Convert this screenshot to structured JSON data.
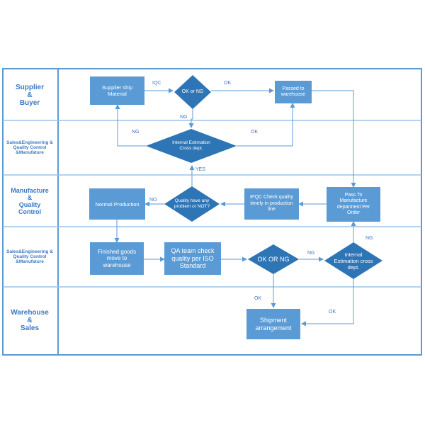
{
  "lanes": [
    "Supplier\n&\nBuyer",
    "Sales&Engineering &\nQuality Control\n&Manufature",
    "Manufacture\n&\nQuality\nControl",
    "Sales&Engineering &\nQuality Control\n&Manufature",
    "Warehouse\n&\nSales"
  ],
  "nodes": {
    "supplier_ship": "Supplier ship\nMaterial",
    "ok_ng_1": "OK or NG",
    "passed_warehouse": "Passed to\nwarehuose",
    "internal_est_1": "Internal Estimation\nCross dept.",
    "normal_production": "Normal Production",
    "quality_problem": "Quality have any\nproblem or NOT?",
    "ipqc_check": "IPQC Check quality\ntimely in production\nline",
    "pass_manufacture": "Pass To\nManufacture\ndeparment Per\nOrder",
    "finished_goods": "Finished goods\nmove to\nwarehouse",
    "qa_check": "QA team check\nquality per ISO\nStandard",
    "ok_ng_2": "OK OR NG",
    "internal_est_2": "Internal\nEstimation cross\ndept.",
    "shipment": "Shipment\narrangement"
  },
  "edge_labels": {
    "iqc": "IQC",
    "ok1": "OK",
    "ng1": "NG",
    "ng2": "NG",
    "ok2": "OK",
    "yes": "YES",
    "no": "NO",
    "ng3": "NG",
    "ng4": "NG",
    "ok3": "OK",
    "ok4": "OK"
  },
  "colors": {
    "node": "#5b9bd5",
    "diamond": "#2e75b6",
    "line": "#5b9bd5",
    "label": "#3a78c2"
  }
}
